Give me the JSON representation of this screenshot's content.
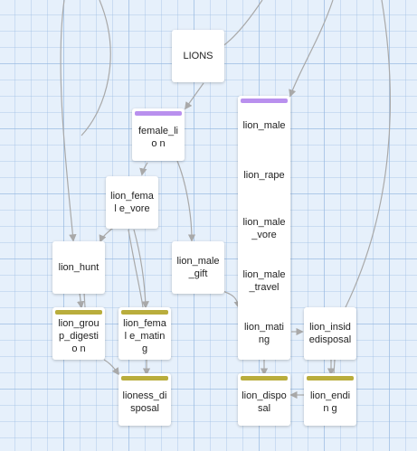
{
  "diagram": {
    "colors": {
      "purple_tag": "#b990ee",
      "olive_tag": "#b9ad3c",
      "edge": "#a9a9a9",
      "background": "#e6f0fb"
    },
    "nodes": {
      "lions": "LIONS",
      "female_lion": "female_lio n",
      "lion_male": "lion_male",
      "lion_rape": "lion_rape",
      "lion_male_vore": "lion_male _vore",
      "lion_male_travel": "lion_male _travel",
      "lion_mating": "lion_mati ng",
      "lion_female_vore": "lion_femal e_vore",
      "lion_hunt": "lion_hunt",
      "lion_male_gift": "lion_male _gift",
      "lion_group_digestion": "lion_grou p_digestio n",
      "lion_female_mating": "lion_femal e_mating",
      "lion_insidedisposal": "lion_insid edisposal",
      "lioness_disposal": "lioness_di sposal",
      "lion_disposal": "lion_dispo sal",
      "lion_ending": "lion_endin g"
    }
  }
}
